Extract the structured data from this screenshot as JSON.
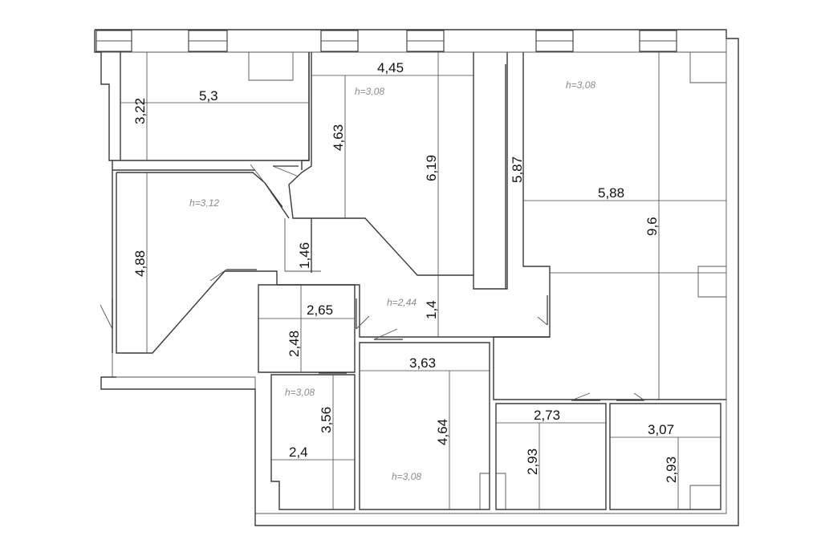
{
  "floor_plan": {
    "dimensions": {
      "top_left_width": "5,3",
      "top_left_depth": "3,22",
      "top_mid_width": "4,45",
      "top_mid_depth_a": "4,63",
      "top_mid_depth_b": "6,19",
      "right_depth_a": "5,87",
      "right_width": "5,88",
      "right_depth_b": "9,6",
      "left_mid_depth": "4,88",
      "corridor_short": "1,46",
      "bath_width": "2,65",
      "bath_depth": "2,48",
      "hall_short": "1,4",
      "bottom_mid_width": "3,63",
      "bottom_mid_depth": "4,64",
      "bottom_left_depth": "3,56",
      "bottom_left_width": "2,4",
      "bottom_right1_width": "2,73",
      "bottom_right1_depth": "2,93",
      "bottom_right2_width": "3,07",
      "bottom_right2_depth": "2,93"
    },
    "heights": {
      "h1": "h=3,08",
      "h2": "h=3,08",
      "h3": "h=3,12",
      "h4": "h=2,44",
      "h5": "h=3,08",
      "h6": "h=3,08"
    }
  }
}
